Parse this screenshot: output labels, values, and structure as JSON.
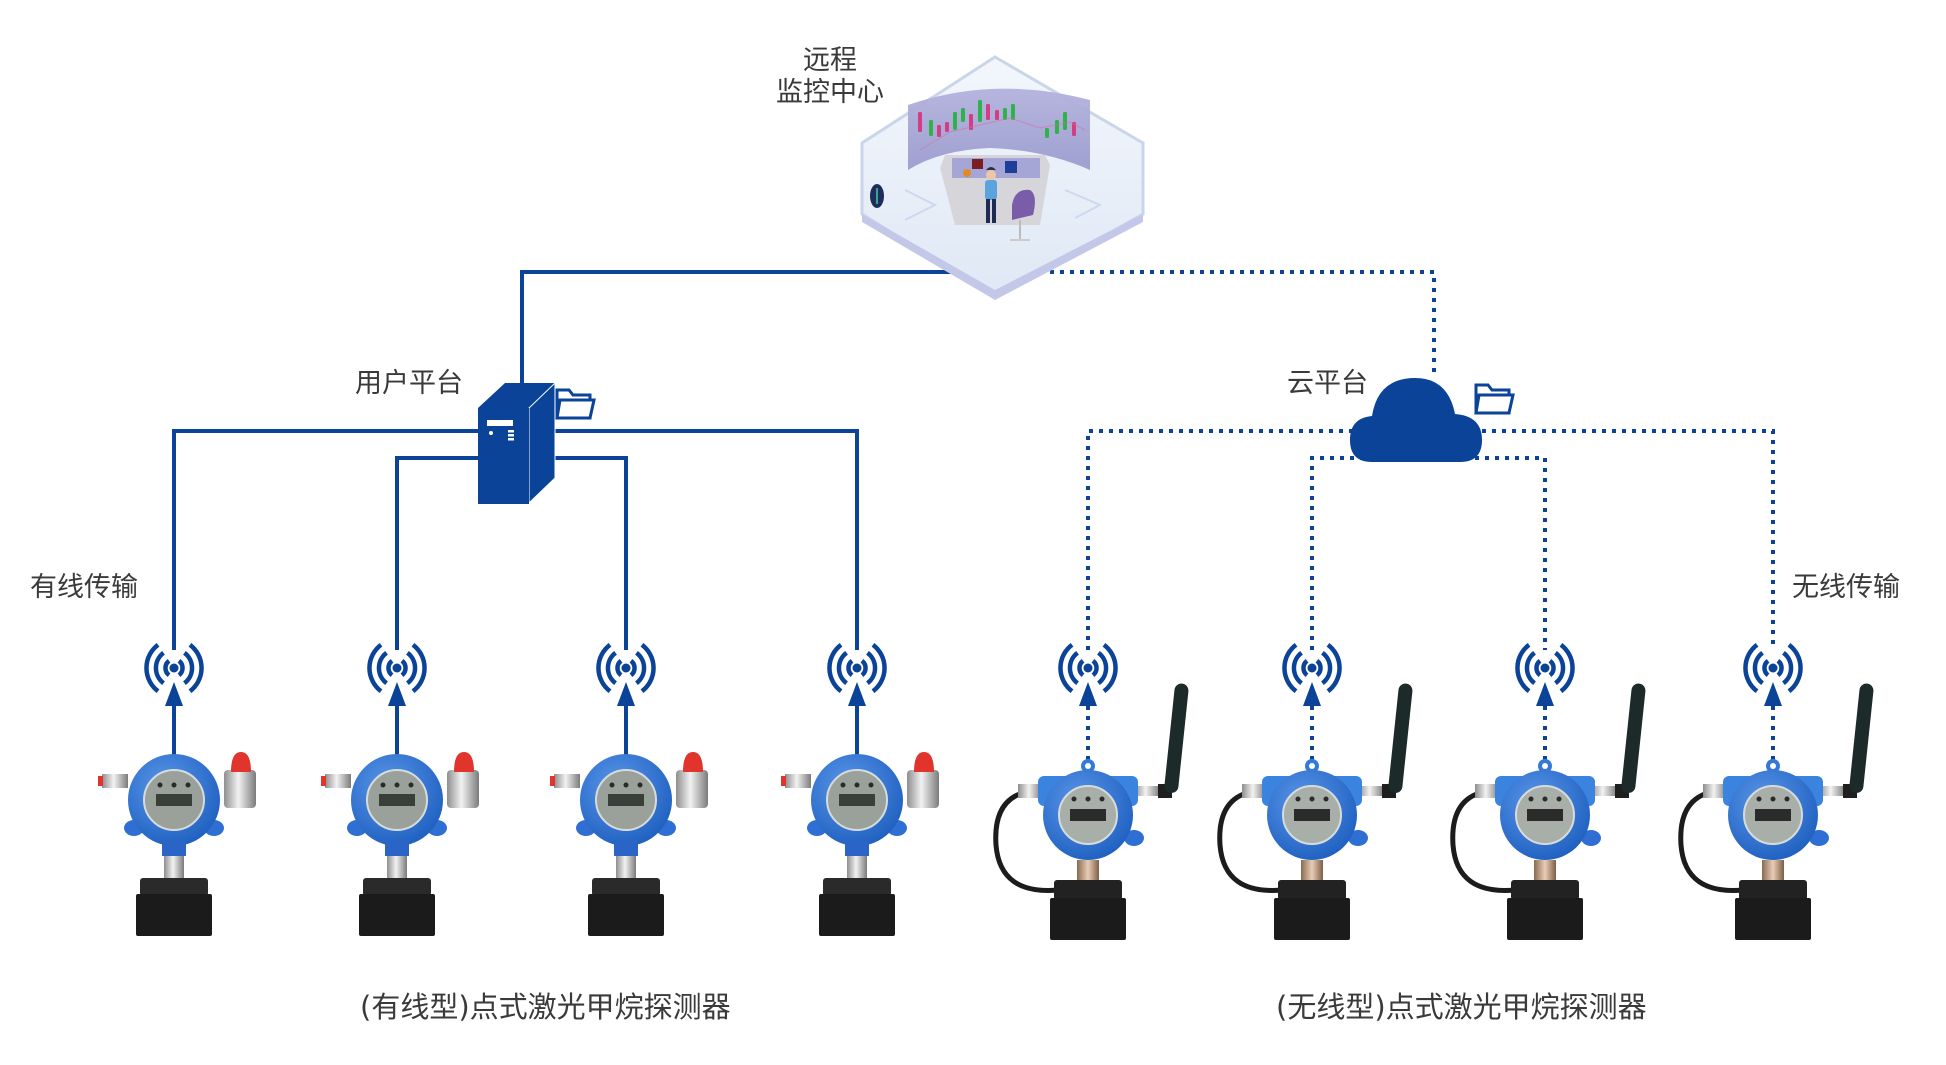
{
  "title": "点式激光甲烷探测器 系统连接示意图",
  "colors": {
    "link_blue": "#0a4397",
    "detector_blue": "#2c6fcf",
    "text": "#3a3a3a",
    "hex_fill": "#e6eef8",
    "hex_edge": "#c7d5ec",
    "screen": "#a9a8d6",
    "candle_green": "#2fb24a",
    "candle_pink": "#d23d84",
    "chair": "#7a5da8",
    "detector_base": "#1b1b1b",
    "alarm_red": "#e0342c"
  },
  "nodes": {
    "monitor_center": {
      "label_line1": "远程",
      "label_line2": "监控中心",
      "icon": "control-room-icon"
    },
    "user_platform": {
      "label": "用户平台",
      "icon": "server-icon",
      "badge_icon": "folder-icon"
    },
    "cloud_platform": {
      "label": "云平台",
      "icon": "cloud-icon",
      "badge_icon": "folder-icon"
    }
  },
  "links": {
    "monitor_to_user_platform": "solid",
    "monitor_to_cloud_platform": "dotted"
  },
  "transmission": {
    "wired_label": "有线传输",
    "wireless_label": "无线传输"
  },
  "groups": {
    "wired": {
      "caption": "(有线型)点式激光甲烷探测器",
      "link_style": "solid",
      "detector_count": 4,
      "detectors": [
        {
          "type": "wired",
          "signal_icon": "signal-icon",
          "has_alarm_lamp": true
        },
        {
          "type": "wired",
          "signal_icon": "signal-icon",
          "has_alarm_lamp": true
        },
        {
          "type": "wired",
          "signal_icon": "signal-icon",
          "has_alarm_lamp": true
        },
        {
          "type": "wired",
          "signal_icon": "signal-icon",
          "has_alarm_lamp": true
        }
      ]
    },
    "wireless": {
      "caption": "(无线型)点式激光甲烷探测器",
      "link_style": "dotted",
      "detector_count": 4,
      "detectors": [
        {
          "type": "wireless",
          "signal_icon": "signal-icon",
          "has_antenna": true
        },
        {
          "type": "wireless",
          "signal_icon": "signal-icon",
          "has_antenna": true
        },
        {
          "type": "wireless",
          "signal_icon": "signal-icon",
          "has_antenna": true
        },
        {
          "type": "wireless",
          "signal_icon": "signal-icon",
          "has_antenna": true
        }
      ]
    }
  }
}
